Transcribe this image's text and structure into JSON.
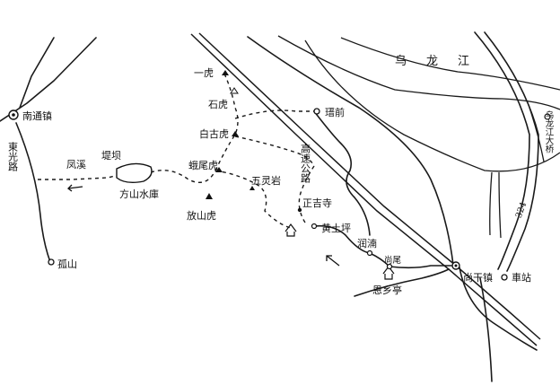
{
  "places": {
    "nantong": "南通镇",
    "dongguang_road": "東光路",
    "fengxi": "凤溪",
    "dike": "堤坝",
    "reservoir": "方山水庫",
    "yihu": "一虎",
    "shihu": "石虎",
    "baiguhu": "白古虎",
    "etouhu": "蛾尾虎",
    "wulingyan": "五灵岩",
    "fangshanhu": "放山虎",
    "zhengjisi": "正吉寺",
    "huangtuping": "黄土坪",
    "jinqian": "瑨前",
    "gaosu": "高速公路",
    "wulongjiang": "乌龙江",
    "bridge": "乌龙江大桥",
    "road324": "324",
    "runan": "润湳",
    "shangwei": "尚尾",
    "enxiang": "恩乡亭",
    "shanggan": "尚干镇",
    "station": "車站",
    "gushan": "孤山"
  }
}
